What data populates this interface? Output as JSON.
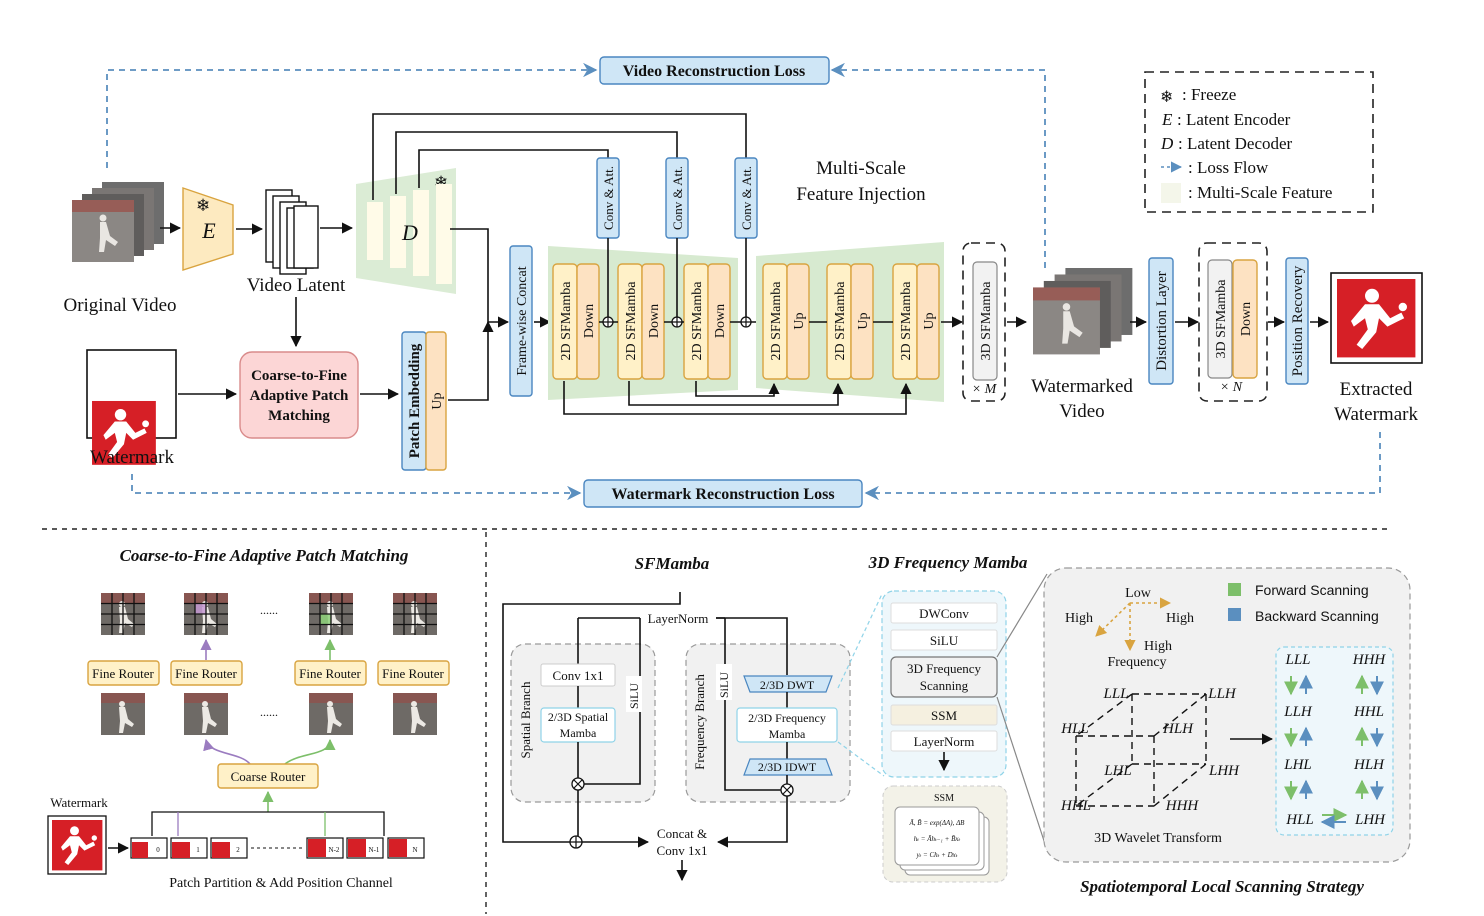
{
  "top": {
    "video_loss": "Video Reconstruction Loss",
    "watermark_loss": "Watermark Reconstruction Loss",
    "original_video": "Original Video",
    "video_latent": "Video Latent",
    "encoder": "E",
    "decoder": "D",
    "watermark": "Watermark",
    "c2f_line1": "Coarse-to-Fine",
    "c2f_line2": "Adaptive Patch",
    "c2f_line3": "Matching",
    "patch_embedding": "Patch Embedding",
    "up": "Up",
    "down": "Down",
    "frame_concat": "Frame-wise Concat",
    "sfmamba2d": "2D SFMamba",
    "sfmamba3d": "3D SFMamba",
    "conv_att": "Conv & Att.",
    "msfi_line1": "Multi-Scale",
    "msfi_line2": "Feature Injection",
    "times_m": "× M",
    "times_n": "× N",
    "watermarked_line1": "Watermarked",
    "watermarked_line2": "Video",
    "distortion": "Distortion Layer",
    "position_recovery": "Position Recovery",
    "extracted_line1": "Extracted",
    "extracted_line2": "Watermark"
  },
  "legend": {
    "freeze": ": Freeze",
    "enc_sym": "E",
    "enc": ": Latent Encoder",
    "dec_sym": "D",
    "dec": ": Latent Decoder",
    "loss": ": Loss Flow",
    "msf": ": Multi-Scale Feature"
  },
  "c2f": {
    "title": "Coarse-to-Fine Adaptive Patch Matching",
    "fine_router": "Fine Router",
    "coarse_router": "Coarse Router",
    "ellipsis": "......",
    "watermark": "Watermark",
    "partition": "Patch Partition & Add Position Channel",
    "patch_ids": [
      "0",
      "1",
      "2",
      "N-2",
      "N-1",
      "N"
    ]
  },
  "sfm": {
    "title": "SFMamba",
    "layernorm": "LayerNorm",
    "spatial_branch": "Spatial Branch",
    "conv": "Conv 1x1",
    "spatial_mamba_1": "2/3D Spatial",
    "spatial_mamba_2": "Mamba",
    "silu": "SiLU",
    "freq_branch": "Frequency Branch",
    "dwt": "2/3D DWT",
    "freq_mamba_1": "2/3D Frequency",
    "freq_mamba_2": "Mamba",
    "idwt": "2/3D IDWT",
    "concat_1": "Concat &",
    "concat_2": "Conv 1x1"
  },
  "fm3d": {
    "title": "3D Frequency Mamba",
    "dwconv": "DWConv",
    "silu": "SiLU",
    "scan_1": "3D Frequency",
    "scan_2": "Scanning",
    "ssm": "SSM",
    "layernorm": "LayerNorm",
    "ssm_card": "SSM",
    "eq1": "Ā, B̄ = exp(ΔA), ΔB",
    "eq2": "hₜ = Āhₜ₋₁ + B̄xₜ",
    "eq3": "yₜ = Chₜ + Dxₜ"
  },
  "stls": {
    "title": "Spatiotemporal Local Scanning Strategy",
    "low": "Low",
    "high_l": "High",
    "high_r": "High",
    "high_b": "High",
    "frequency": "Frequency",
    "fwd": "Forward Scanning",
    "bwd": "Backward Scanning",
    "fwd_color": "#7dbf6a",
    "bwd_color": "#5b8fbf",
    "cube_labels": [
      "LLL",
      "LLH",
      "HLL",
      "HLH",
      "LHL",
      "LHH",
      "HHL",
      "HHH"
    ],
    "wavelet": "3D Wavelet Transform",
    "order": [
      "LLL",
      "HHH",
      "LLH",
      "HHL",
      "LHL",
      "HLH",
      "HLL",
      "LHH"
    ]
  }
}
